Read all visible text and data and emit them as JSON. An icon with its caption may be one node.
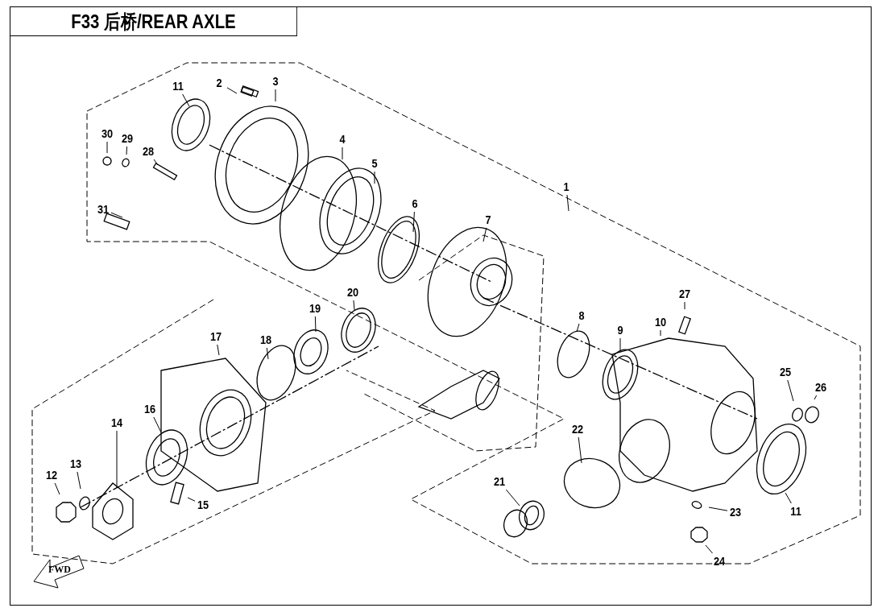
{
  "diagram": {
    "title": "F33 后桥/REAR AXLE",
    "nodes": [
      {
        "text": [
          "11"
        ]
      },
      {
        "text": [
          "2"
        ]
      },
      {
        "text": [
          "3"
        ]
      },
      {
        "text": [
          "30"
        ]
      },
      {
        "text": [
          "29"
        ]
      },
      {
        "text": [
          "28"
        ]
      },
      {
        "text": [
          "4"
        ]
      },
      {
        "text": [
          "5"
        ]
      },
      {
        "text": [
          "1"
        ]
      },
      {
        "text": [
          "31"
        ]
      },
      {
        "text": [
          "6"
        ]
      },
      {
        "text": [
          "7"
        ]
      },
      {
        "text": [
          "27"
        ]
      },
      {
        "text": [
          "20"
        ]
      },
      {
        "text": [
          "19"
        ]
      },
      {
        "text": [
          "8"
        ]
      },
      {
        "text": [
          "18"
        ]
      },
      {
        "text": [
          "9"
        ]
      },
      {
        "text": [
          "10"
        ]
      },
      {
        "text": [
          "17"
        ]
      },
      {
        "text": [
          "25"
        ]
      },
      {
        "text": [
          "26"
        ]
      },
      {
        "text": [
          "14"
        ]
      },
      {
        "text": [
          "16"
        ]
      },
      {
        "text": [
          "22"
        ]
      },
      {
        "text": [
          "21"
        ]
      },
      {
        "text": [
          "12"
        ]
      },
      {
        "text": [
          "13"
        ]
      },
      {
        "text": [
          "15"
        ]
      },
      {
        "text": [
          "23"
        ]
      },
      {
        "text": [
          "11"
        ]
      },
      {
        "text": [
          "24"
        ]
      }
    ],
    "edges": [
      {
        "from": 0,
        "to": null,
        "arrow": "none"
      },
      {
        "from": 1,
        "to": null,
        "arrow": "none"
      },
      {
        "from": 2,
        "to": null,
        "arrow": "none"
      },
      {
        "from": 3,
        "to": null,
        "arrow": "none"
      },
      {
        "from": 4,
        "to": null,
        "arrow": "none"
      },
      {
        "from": 5,
        "to": null,
        "arrow": "none"
      },
      {
        "from": 6,
        "to": null,
        "arrow": "none"
      },
      {
        "from": 7,
        "to": null,
        "arrow": "none"
      },
      {
        "from": 8,
        "to": null,
        "arrow": "none"
      },
      {
        "from": 9,
        "to": null,
        "arrow": "none"
      },
      {
        "from": 10,
        "to": null,
        "arrow": "none"
      },
      {
        "from": 11,
        "to": null,
        "arrow": "none"
      },
      {
        "from": 12,
        "to": null,
        "arrow": "none"
      },
      {
        "from": 13,
        "to": null,
        "arrow": "none"
      },
      {
        "from": 14,
        "to": null,
        "arrow": "none"
      },
      {
        "from": 15,
        "to": null,
        "arrow": "none"
      },
      {
        "from": 16,
        "to": null,
        "arrow": "none"
      },
      {
        "from": 17,
        "to": null,
        "arrow": "none"
      },
      {
        "from": 18,
        "to": null,
        "arrow": "none"
      },
      {
        "from": 19,
        "to": null,
        "arrow": "none"
      },
      {
        "from": 20,
        "to": null,
        "arrow": "none"
      },
      {
        "from": 21,
        "to": null,
        "arrow": "none"
      },
      {
        "from": 22,
        "to": null,
        "arrow": "none"
      },
      {
        "from": 23,
        "to": null,
        "arrow": "none"
      },
      {
        "from": 24,
        "to": null,
        "arrow": "none"
      },
      {
        "from": 25,
        "to": null,
        "arrow": "none"
      },
      {
        "from": 26,
        "to": null,
        "arrow": "none"
      },
      {
        "from": 27,
        "to": null,
        "arrow": "none"
      },
      {
        "from": 28,
        "to": null,
        "arrow": "none"
      },
      {
        "from": 29,
        "to": null,
        "arrow": "none"
      },
      {
        "from": 30,
        "to": null,
        "arrow": "none"
      },
      {
        "from": 31,
        "to": null,
        "arrow": "none"
      }
    ],
    "labels": [
      "FWD"
    ]
  }
}
